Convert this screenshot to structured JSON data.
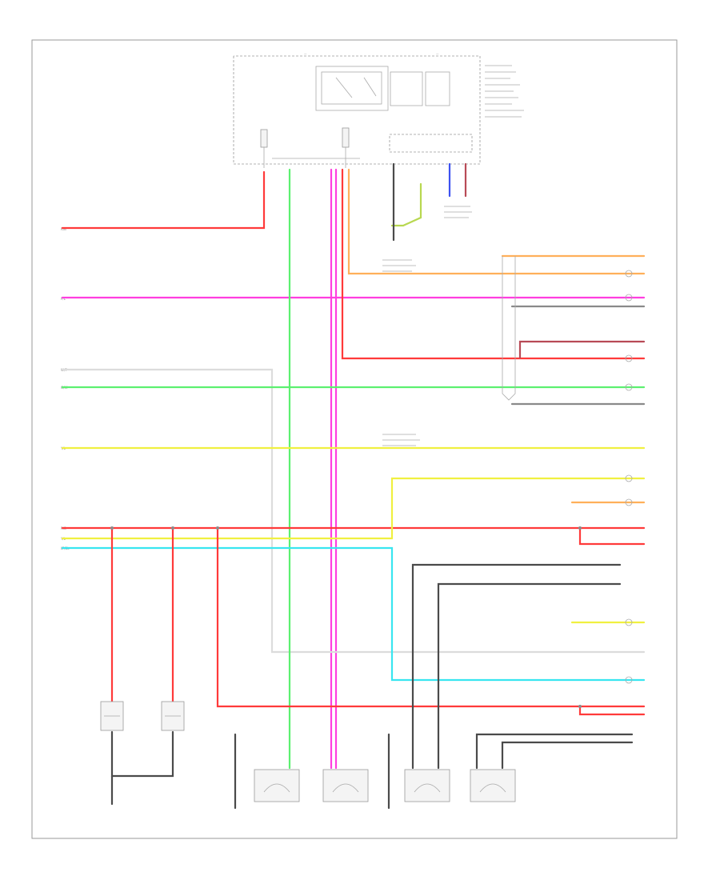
{
  "colors": {
    "red": "#ff3a3a",
    "pink": "#ff3fe0",
    "green": "#5cf070",
    "yellow": "#f0f040",
    "cyan": "#39e6f0",
    "orange": "#ffb05a",
    "lime": "#b8d850",
    "blue": "#3d52f0",
    "maroon": "#b84a56",
    "gray": "#8a8a8a",
    "darkgray": "#4a4a4a",
    "lightgray": "#dcdcdc",
    "frame": "#9a9a9a",
    "text": "#8a8a8a"
  },
  "diagram": {
    "page_marker": "",
    "wire_codes": {
      "red_main": "R/B",
      "pink_main": "P/L",
      "white": "W/T",
      "green": "G/W",
      "yellow": "Y/L",
      "red_lower": "R/B",
      "yellow_lower": "Y/L",
      "cyan_lower": "LT/BL"
    }
  }
}
